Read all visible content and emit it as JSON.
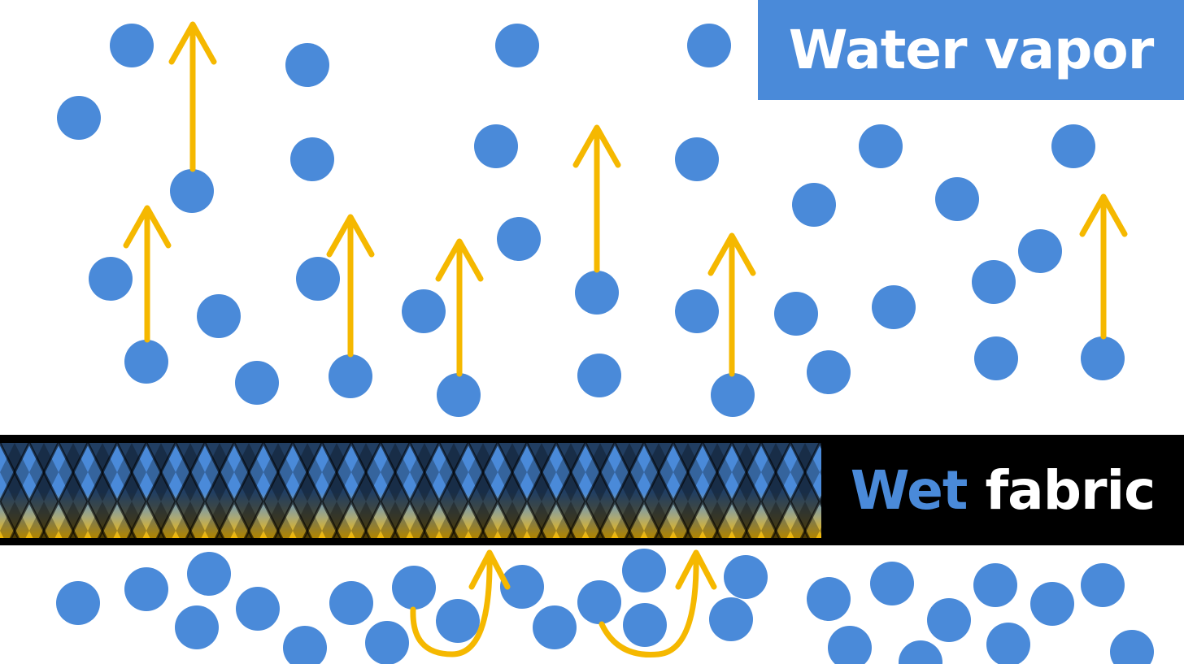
{
  "labels": {
    "vapor": "Water vapor",
    "fabric_wet": "Wet",
    "fabric_rest": "fabric"
  },
  "colors": {
    "water": "#4a8ad9",
    "arrow": "#f5b800",
    "fabric_dark": "#000000",
    "label_text": "#ffffff"
  },
  "icons": {
    "molecule": "water-molecule-icon",
    "rise_arrow": "arrow-up-icon",
    "loop_arrow": "curved-arrow-icon"
  }
}
